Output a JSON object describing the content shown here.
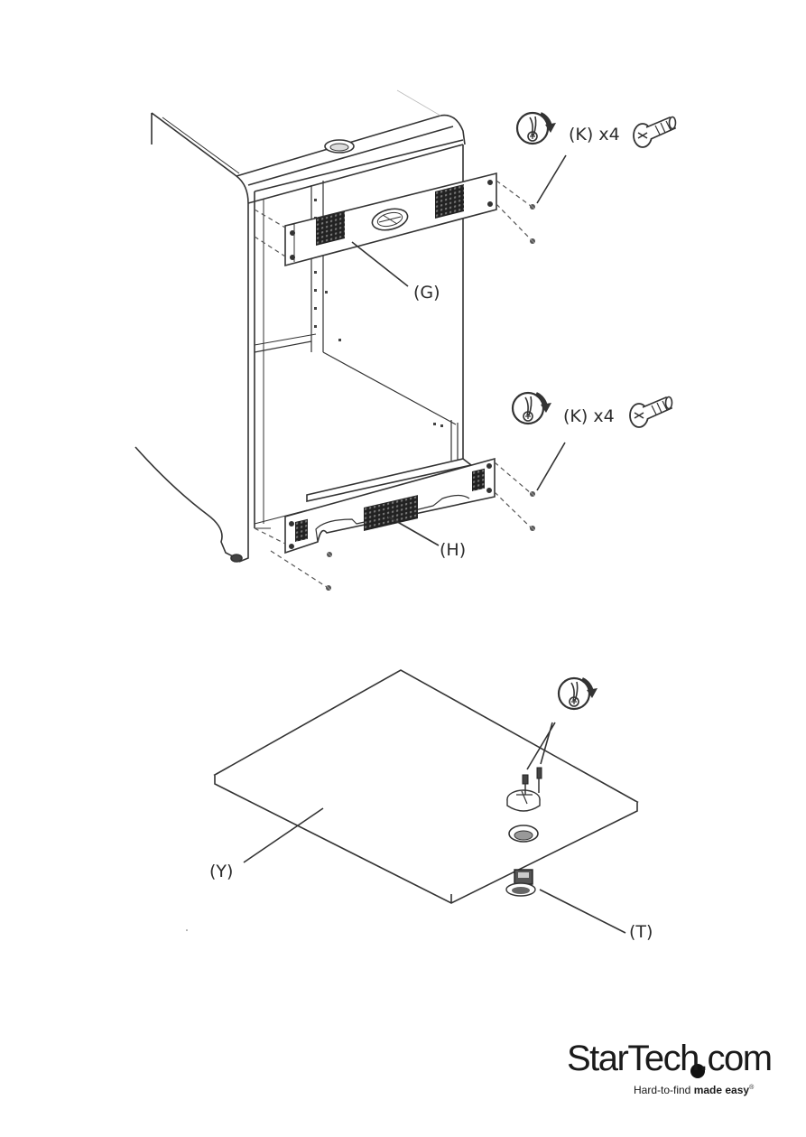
{
  "labels": {
    "k_top": "(K) x4",
    "k_bottom": "(K) x4",
    "g": "(G)",
    "h": "(H)",
    "y": "(Y)",
    "t": "(T)"
  },
  "logo": {
    "wordmark": "StarTech.com",
    "tagline_regular": "Hard-to-find ",
    "tagline_bold": "made easy",
    "registered": "®"
  },
  "icons": {
    "screwdriver_rotate": "screwdriver-clockwise-icon",
    "screw": "screw-icon"
  }
}
